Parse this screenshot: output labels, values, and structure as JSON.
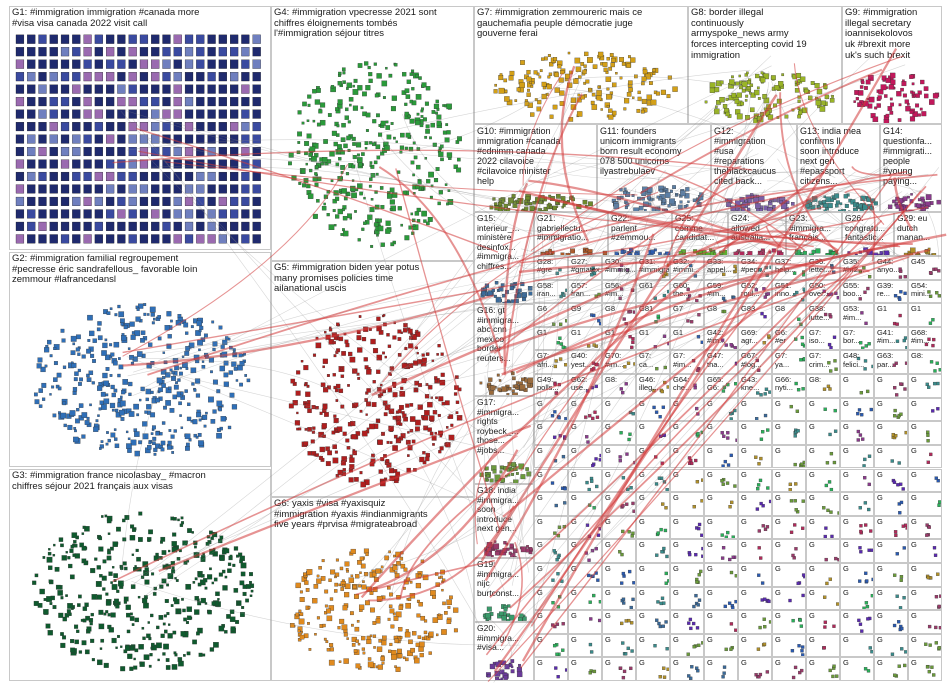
{
  "groups": [
    {
      "id": "G1",
      "label": "G1: #immigration immigration #canada more\n#visa visa canada 2022 visit call",
      "color": "#1f2a6e",
      "kind": "grid"
    },
    {
      "id": "G2",
      "label": "G2: #immigration familial regroupement\n#pecresse éric sandrafellous_ favorable loin\nzemmour #lafrancedansl",
      "color": "#2f6fb7",
      "kind": "cluster"
    },
    {
      "id": "G3",
      "label": "G3: #immigration france nicolasbay_ #macron\nchiffres séjour 2021 français aux visas",
      "color": "#0f5a2e",
      "kind": "cluster"
    },
    {
      "id": "G4",
      "label": "G4: #immigration vpecresse 2021 sont\nchiffres éloignements tombés\nl'#immigration séjour titres",
      "color": "#2a9a3a",
      "kind": "cluster"
    },
    {
      "id": "G5",
      "label": "G5: #immigration biden year potus\nmany promises policies time\nailanational uscis",
      "color": "#b01e1e",
      "kind": "cluster"
    },
    {
      "id": "G6",
      "label": "G6: yaxis #visa #yaxisquiz\n#immigration #yaxis #indianmigrants\nfive years #prvisa #migrateabroad",
      "color": "#e08a1e",
      "kind": "cluster"
    },
    {
      "id": "G7",
      "label": "G7: #immigration zemmoureric mais ce\ngauchemafia peuple démocratie juge\ngouverne ferai",
      "color": "#d4a017",
      "kind": "cluster"
    },
    {
      "id": "G8",
      "label": "G8: border illegal\ncontinuously\narmyspoke_news army\nforces intercepting covid 19\nimmigration",
      "color": "#9ab526",
      "kind": "cluster"
    },
    {
      "id": "G9",
      "label": "G9: #immigration\nillegal secretary\nioannisekolovos\nuk #brexit more\nuk's such brexit",
      "color": "#c2185b",
      "kind": "cluster"
    },
    {
      "id": "G10",
      "label": "G10: #immigration\nimmigration #canada\n#cdnimm canada\n2022 cilavoice\n#cilavoice minister\nhelp",
      "color": "#6d8a2b",
      "kind": "cluster"
    },
    {
      "id": "G11",
      "label": "G11: founders\nunicorn immigrants\nborn result economy\n078 500 unicorns\nilyastrebulaev",
      "color": "#5b7fa6",
      "kind": "cluster"
    },
    {
      "id": "G12",
      "label": "G12:\n#immigration\n#usa\n#reparations\ntheblackcaucus\ncited back...",
      "color": "#7b5ea7",
      "kind": "cluster"
    },
    {
      "id": "G13",
      "label": "G13: india mea\nconfirms ll\nsoon introduce\nnext gen\n#epassport\ncitizens...",
      "color": "#3a8c8c",
      "kind": "cluster"
    },
    {
      "id": "G14",
      "label": "G14:\nquestionfa...\n#immigrati...\npeople\n#young\npaying...",
      "color": "#8a3a8c",
      "kind": "cluster"
    },
    {
      "id": "G15",
      "label": "G15:\ninterieur_...\nministère\ndesinfox...\n#immigra...\nchiffres...",
      "color": "#3a6a9a",
      "kind": "cluster"
    },
    {
      "id": "G16",
      "label": "G16: gt\n#immigra...\nabc cnn\nmexico\nborder\nreuters...",
      "color": "#9a6a3a",
      "kind": "cluster"
    },
    {
      "id": "G17",
      "label": "G17:\n#immigra...\nrights\nroybeck_...\nthose...\n#jobs...",
      "color": "#6a9a3a",
      "kind": "cluster"
    },
    {
      "id": "G18",
      "label": "G18: india\n#immigra...\nsoon\nintroduce\nnext gen...",
      "color": "#9a3a6a",
      "kind": "cluster"
    },
    {
      "id": "G19",
      "label": "G19:\n#immigra...\nnijc\nburtconst...",
      "color": "#3a9a6a",
      "kind": "cluster"
    },
    {
      "id": "G20",
      "label": "G20:\n#immigra...\n#visa...",
      "color": "#6a3a9a",
      "kind": "cluster"
    },
    {
      "id": "G21",
      "label": "G21:\ngabriellectu...\n#immigratio...",
      "color": "#b05a2a",
      "kind": "cluster"
    },
    {
      "id": "G22",
      "label": "G22:\nparlent\n#zemmou...",
      "color": "#2a5ab0",
      "kind": "cluster"
    },
    {
      "id": "G25",
      "label": "G25:\ncomme\ncandidat...",
      "color": "#5ab02a",
      "kind": "cluster"
    },
    {
      "id": "G24",
      "label": "G24:\nallowed\naustralia...",
      "color": "#b02a5a",
      "kind": "cluster"
    },
    {
      "id": "G23",
      "label": "G23:\n#immigra...\nfrançais...",
      "color": "#2ab05a",
      "kind": "cluster"
    },
    {
      "id": "G26",
      "label": "G26:\ncongratu...\nfantastic...",
      "color": "#5a2ab0",
      "kind": "cluster"
    },
    {
      "id": "G29",
      "label": "G29: eu\ndutch\nmanan...",
      "color": "#b0902a",
      "kind": "cluster"
    }
  ],
  "small_labels": [
    "G28: #gre",
    "G27:\n#gmatex...",
    "G30:\n#immig...",
    "G31:\n#immigra...",
    "G32:\n#immi...",
    "G33:\nappel...",
    "G34:\n#pecr...",
    "G37:\nhelp...",
    "G36:\nletter...",
    "G35:\n#hr2...",
    "G44:\nanyo...",
    "G45",
    "G58:\niran...",
    "G57:\nfran...",
    "G56:\n#im...",
    "G61",
    "G60:\nthe...",
    "G59:\n#im...",
    "G52:\nroul...",
    "G51:\ninno...",
    "G50:\nover...",
    "G55:\nboo...",
    "G39:\nre...",
    "G54:\nmini...",
    "G6",
    "G9",
    "G8",
    "G81",
    "G7",
    "G8",
    "G83",
    "G8",
    "G38:\nlutte...",
    "G53:\n#im...",
    "G1",
    "G1",
    "G1",
    "G1",
    "G1",
    "G1",
    "G1",
    "G42:\n#im...",
    "G69:\nagr...",
    "G6:\n#er",
    "G7:\niso...",
    "G7:\nbor...",
    "G41:\n#im...",
    "G68:\n#im...",
    "G7:\nafri...",
    "G40:\nyest...",
    "G70:\n#im...",
    "G7:\nca...",
    "G7:\n#im...",
    "G47:\ntha...",
    "G67:\n#log...",
    "G7:\nya...",
    "G7:\ncrim...",
    "G48:\nfelici...",
    "G63:\npar...",
    "G8:",
    "G49:\npolls...",
    "G62:\nuse...",
    "G8:",
    "G46:\nilleg...",
    "G64:\nche...",
    "G65:\nG6:",
    "G43:\nkne...",
    "G66:\nnyti...",
    "G8:",
    "G"
  ]
}
